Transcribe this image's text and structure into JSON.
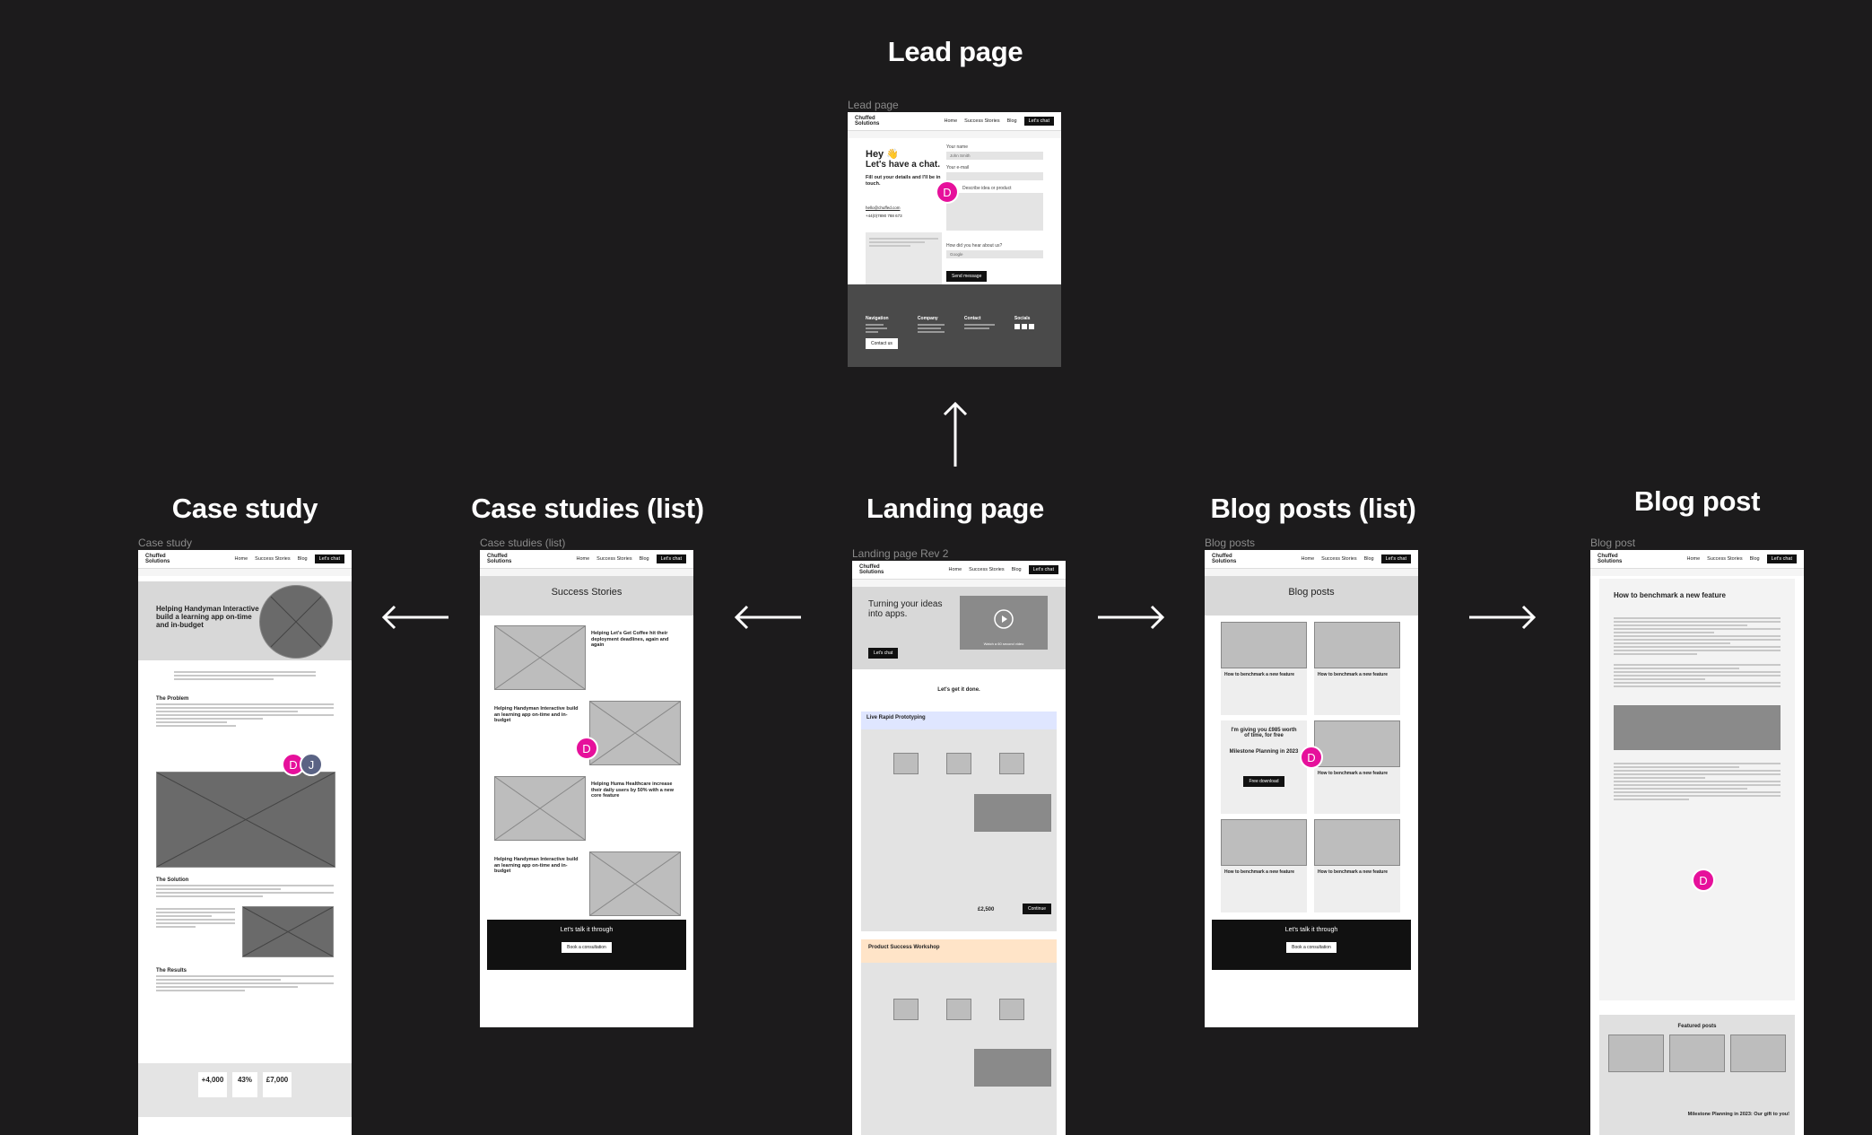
{
  "titles": {
    "lead": "Lead page",
    "case_study": "Case study",
    "case_list": "Case studies (list)",
    "landing": "Landing page",
    "blog_list": "Blog posts (list)",
    "blog_post": "Blog post"
  },
  "frame_labels": {
    "lead": "Lead page",
    "case_study": "Case study",
    "case_list": "Case studies (list)",
    "landing": "Landing page Rev 2",
    "blog_list": "Blog posts",
    "blog_post": "Blog post"
  },
  "nav": {
    "logo_line1": "Chuffed",
    "logo_line2": "Solutions",
    "home": "Home",
    "success": "Success Stories",
    "blog": "Blog",
    "cta": "Let's chat"
  },
  "lead": {
    "hey": "Hey 👋",
    "chat": "Let's have a chat.",
    "fill": "Fill out your details and I'll be in touch.",
    "email": "hello@chuffed.com",
    "phone": "+44(0)7890 788 673",
    "name_label": "Your name",
    "name_value": "John Smith",
    "email_label": "Your e-mail",
    "idea_label": "Describe idea or product",
    "heard_label": "How did you hear about us?",
    "heard_value": "Google",
    "send": "Send message",
    "f_nav": "Navigation",
    "f_company": "Company",
    "f_contact": "Contact",
    "f_socials": "Socials",
    "f_btn": "Contact us"
  },
  "case_study": {
    "headline": "Helping Handyman Interactive build a learning app on-time and in-budget",
    "problem": "The Problem",
    "solution": "The Solution",
    "results": "The Results",
    "stat1": "+4,000",
    "stat2": "43%",
    "stat3": "£7,000"
  },
  "case_list": {
    "heading": "Success Stories",
    "c1": "Helping Let's Get Coffee hit their deployment deadlines, again and again",
    "c2": "Helping Handyman Interactive build an learning app on-time and in-budget",
    "c3": "Helping Huma Healthcare increase their daily users by 50% with a new core feature",
    "c4": "Helping Handyman Interactive build an learning app on-time and in-budget",
    "cta_title": "Let's talk it through",
    "cta_btn": "Book a consultation"
  },
  "landing": {
    "hero": "Turning your ideas into apps.",
    "hero_btn": "Let's chat",
    "video": "Watch a 60 second video",
    "done": "Let's get it done.",
    "rapid": "Live Rapid Prototyping",
    "workshop": "Product Success Workshop",
    "price": "£2,500",
    "continue": "Continue"
  },
  "blog_list": {
    "heading": "Blog posts",
    "post": "How to benchmark a new feature",
    "giving": "I'm giving you £985 worth of time, for free",
    "milestone": "Milestone Planning in 2023",
    "free": "Free download",
    "cta_title": "Let's talk it through",
    "cta_btn": "Book a consultation"
  },
  "blog_post": {
    "title": "How to benchmark a new feature",
    "featured": "Featured posts",
    "milestone": "Milestone Planning in 2023: Our gift to you!"
  },
  "avatars": {
    "d": "D",
    "j": "J"
  }
}
